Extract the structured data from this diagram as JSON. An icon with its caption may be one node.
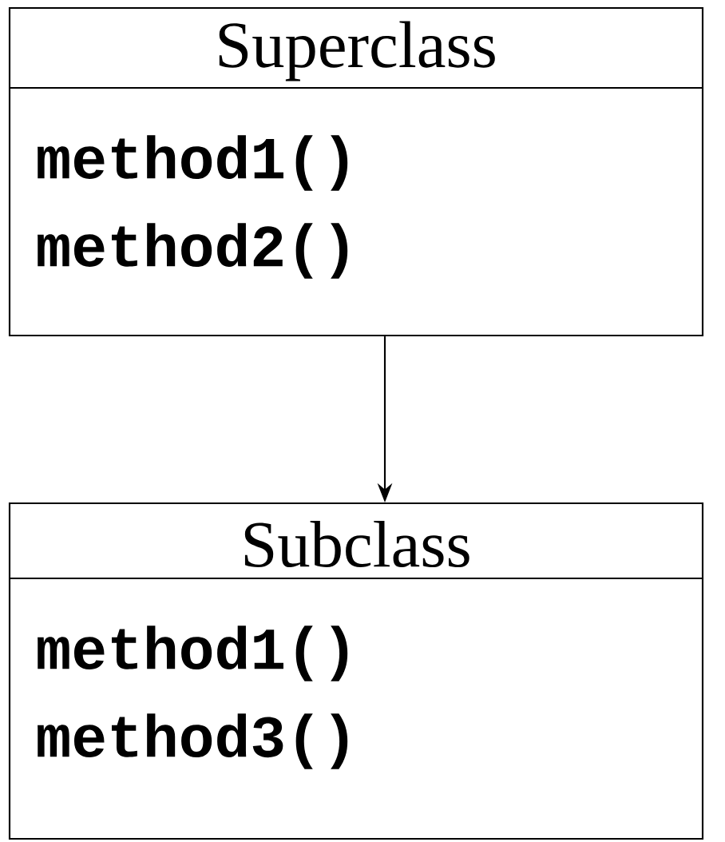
{
  "diagram": {
    "nodes": [
      {
        "text": [
          "Superclass",
          "method1()",
          "method2()"
        ]
      },
      {
        "text": [
          "Subclass",
          "method1()",
          "method3()"
        ]
      }
    ],
    "edges": [
      {
        "from": 0,
        "to": 1,
        "arrow": "to"
      }
    ]
  }
}
